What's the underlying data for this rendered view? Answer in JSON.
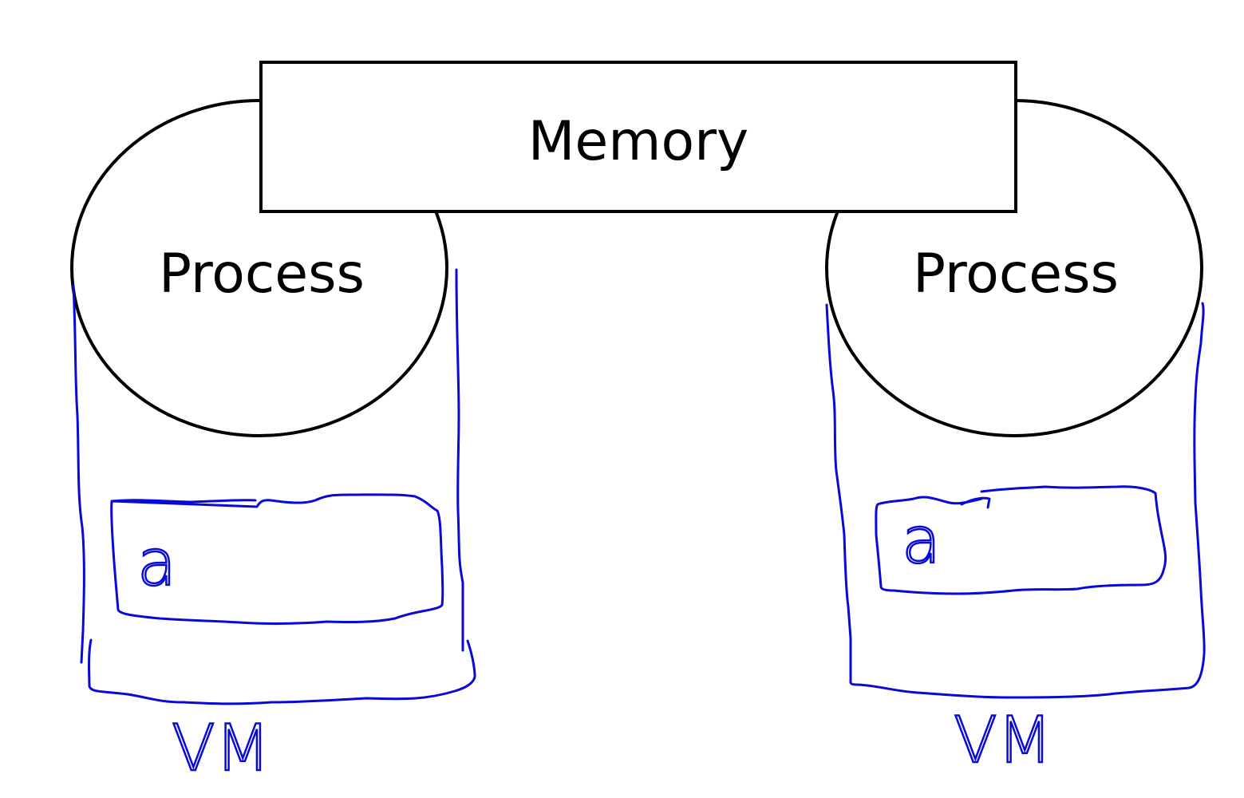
{
  "diagram": {
    "memory_label": "Memory",
    "processes": [
      {
        "label": "Process",
        "variable_label": "a",
        "vm_label": "VM"
      },
      {
        "label": "Process",
        "variable_label": "a",
        "vm_label": "VM"
      }
    ],
    "colors": {
      "outline": "#000000",
      "annotation_ink": "#0a0ad8",
      "background": "#ffffff"
    }
  }
}
